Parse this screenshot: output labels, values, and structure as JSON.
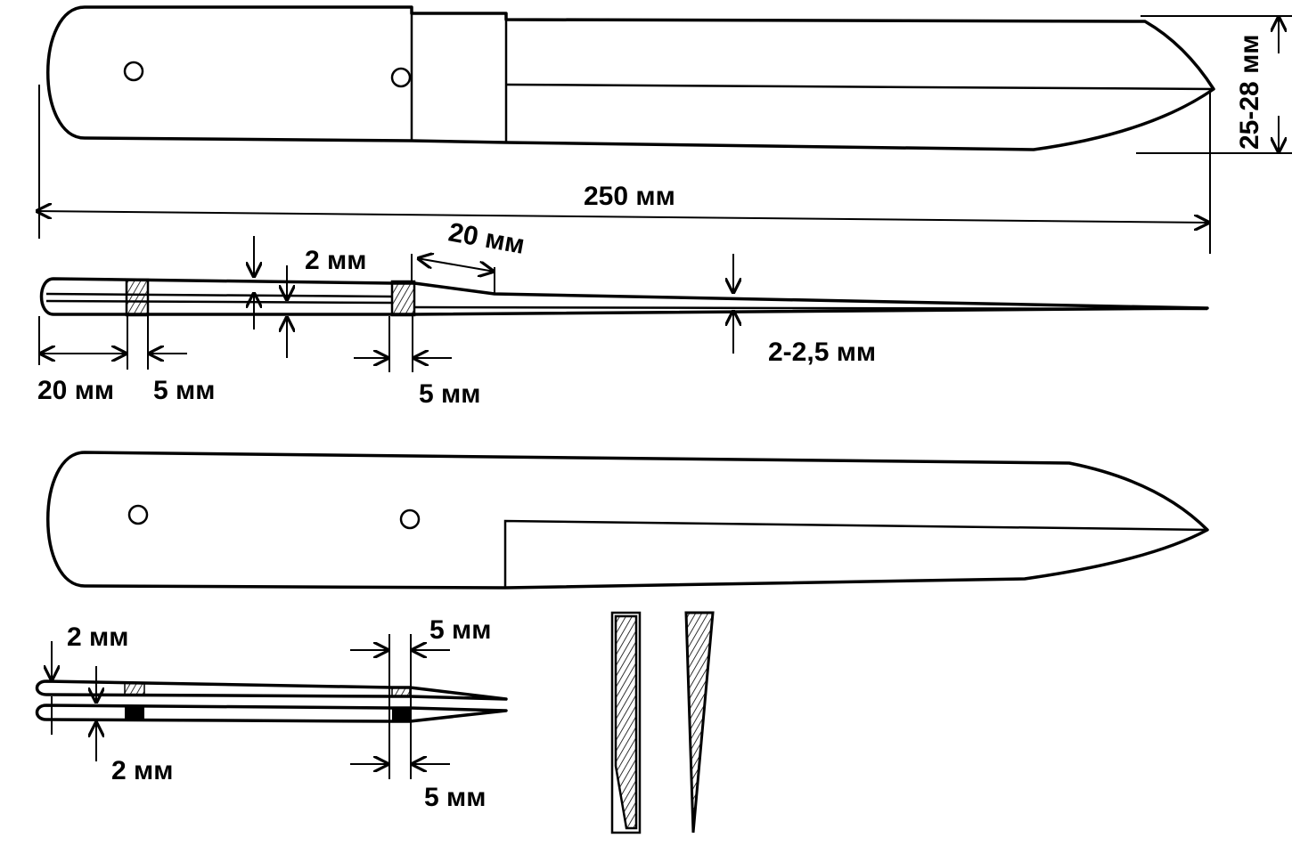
{
  "labels": {
    "total_length": "250 мм",
    "width": "25-28 мм",
    "bevel_length": "20 мм",
    "handle_gap": "2 мм",
    "handle_end": "20 мм",
    "spacer_1": "5 мм",
    "spacer_2": "5 мм",
    "blade_thickness": "2-2,5 мм",
    "bottom_gap_top": "2 мм",
    "bottom_gap_bottom": "2 мм",
    "bottom_spacer_top": "5 мм",
    "bottom_spacer_bottom": "5 мм"
  }
}
